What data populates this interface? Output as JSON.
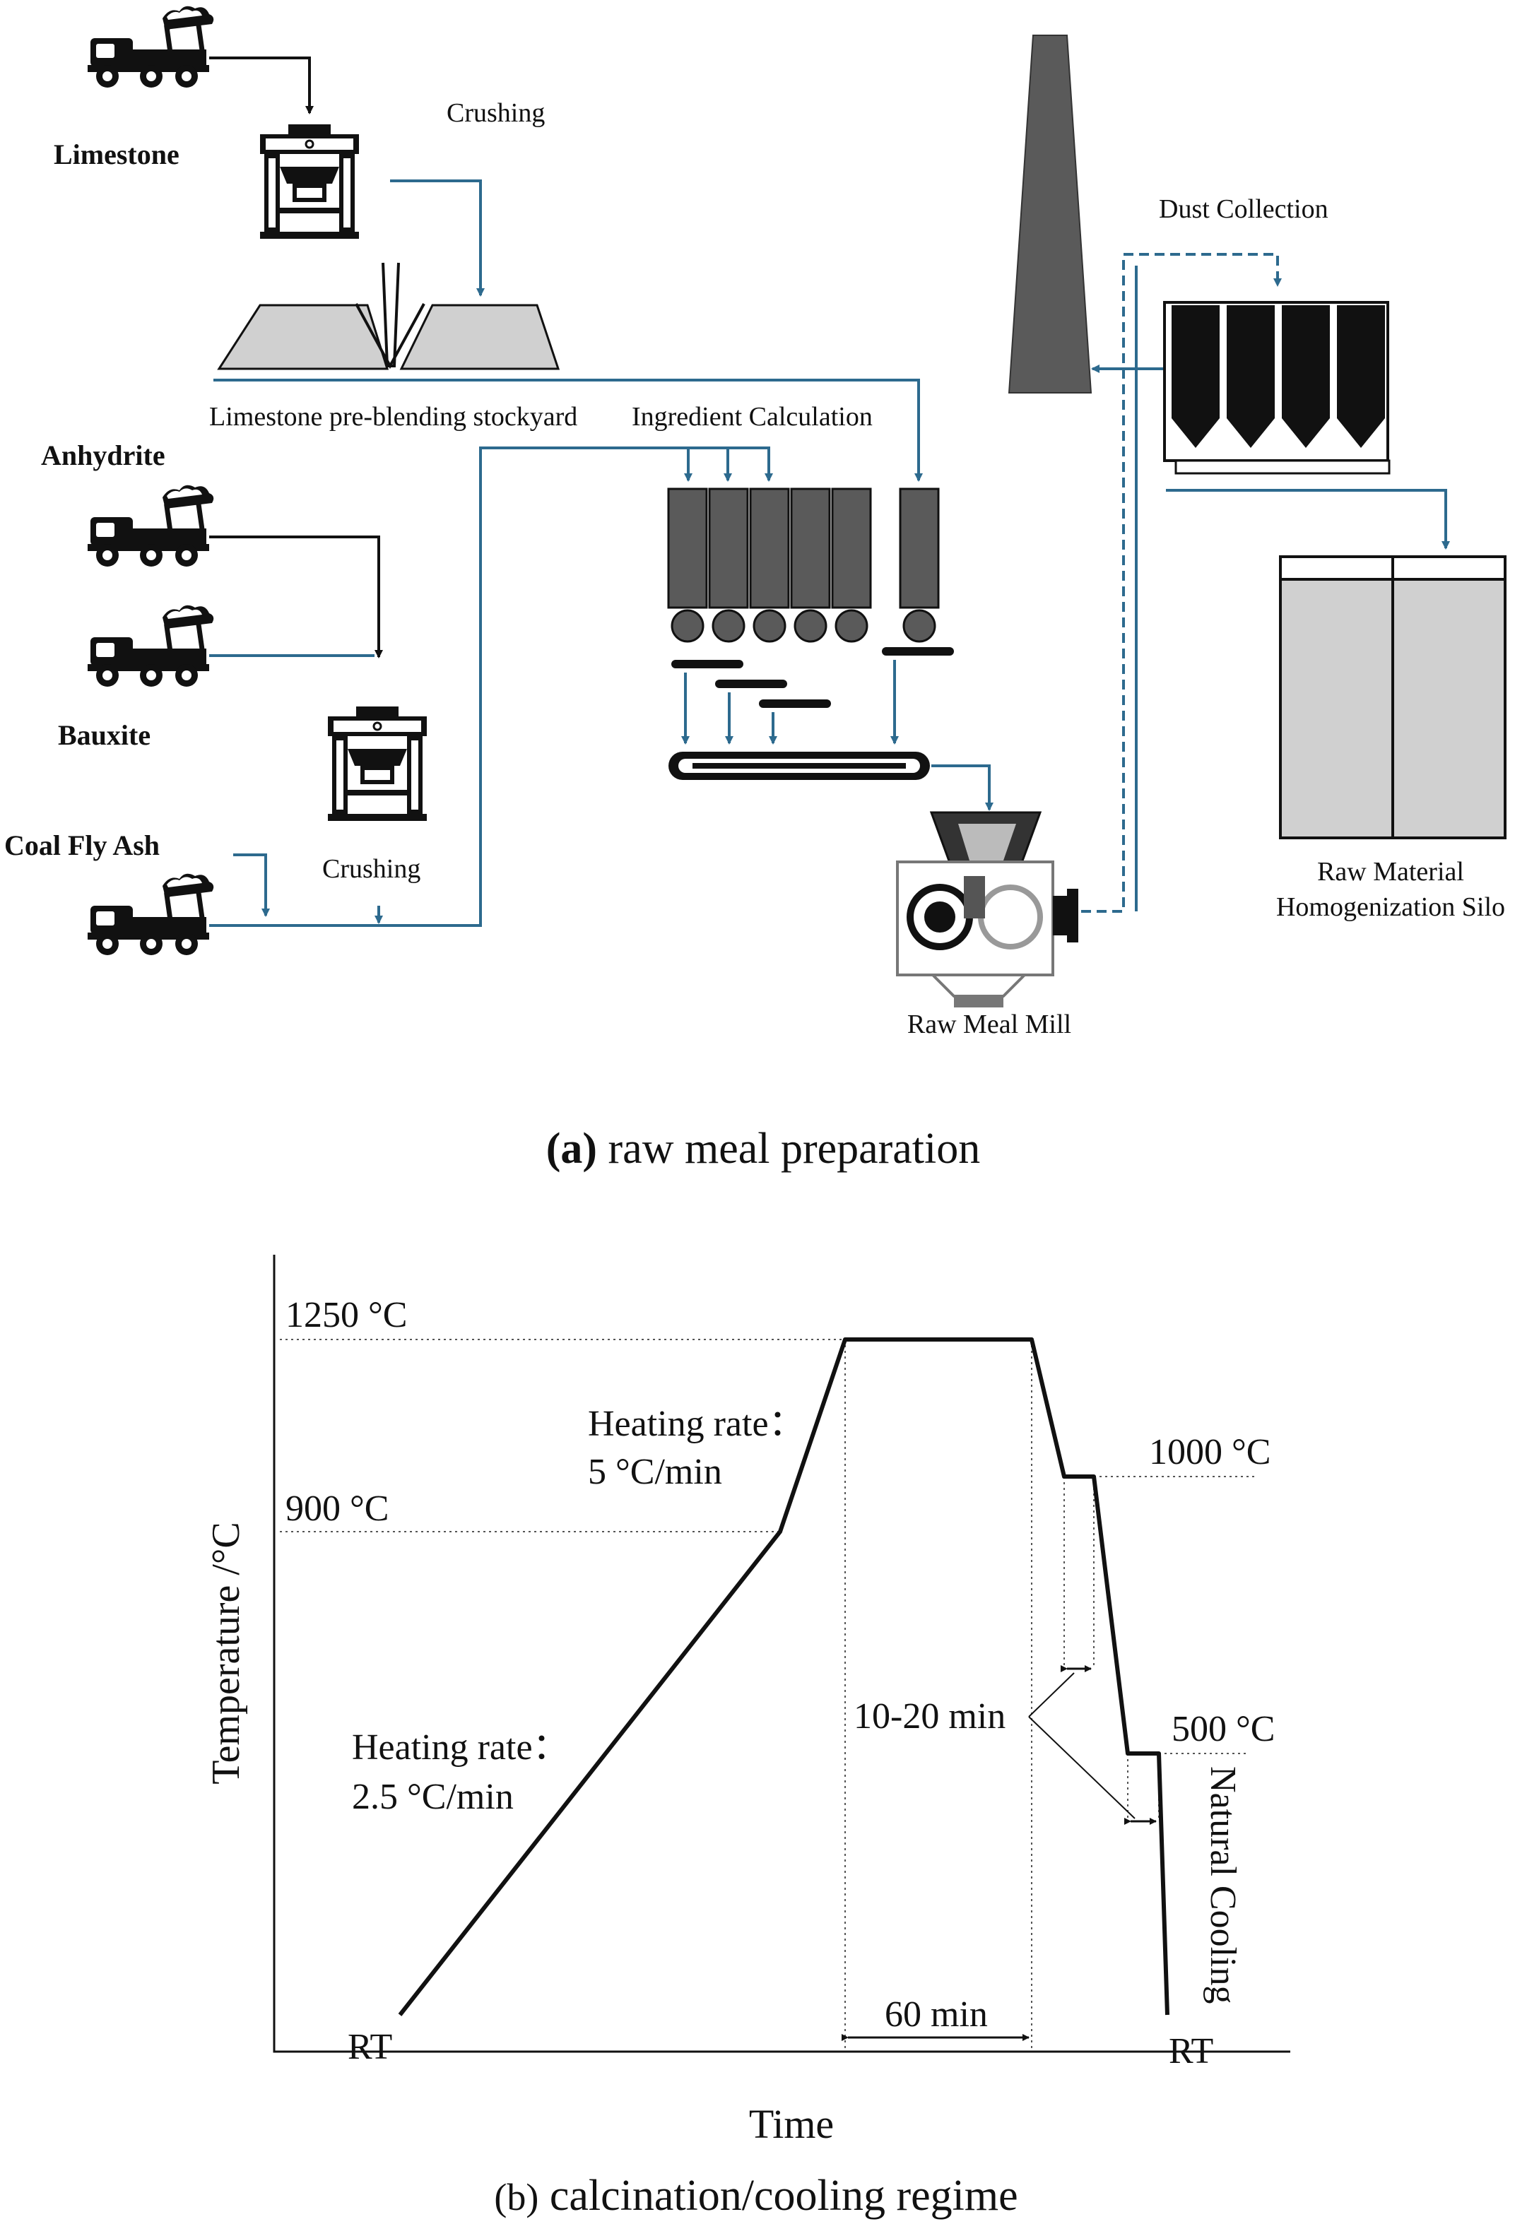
{
  "panel_a": {
    "caption_prefix": "(a)",
    "caption_text": " raw meal preparation",
    "labels": {
      "limestone": "Limestone",
      "crushing_top": "Crushing",
      "stockyard": "Limestone pre-blending stockyard",
      "ingredient_calc": "Ingredient Calculation",
      "anhydrite": "Anhydrite",
      "bauxite": "Bauxite",
      "coal_fly_ash": "Coal Fly Ash",
      "crushing_bottom": "Crushing",
      "dust_collection": "Dust Collection",
      "silo_line1": "Raw Material",
      "silo_line2": "Homogenization Silo",
      "raw_meal_mill": "Raw Meal Mill"
    },
    "colors": {
      "flow_line": "#2d6a8e",
      "dark_gray": "#5a5a5a",
      "light_gray": "#d0d0d0"
    },
    "icons": {
      "truck": "dump-truck-icon",
      "crusher": "crusher-icon",
      "chimney": "chimney-icon",
      "dust_collector": "bag-filter-icon",
      "mill": "mill-icon",
      "silo": "silo-icon"
    }
  },
  "panel_b": {
    "caption_prefix": "(b)",
    "caption_text": " calcination/cooling regime",
    "ylabel": "Temperature /°C",
    "xlabel": "Time",
    "labels": {
      "t1250": "1250 °C",
      "t900": "900 °C",
      "t1000": "1000 °C",
      "t500": "500 °C",
      "rt_start": "RT",
      "rt_end": "RT",
      "hr1_line1": "Heating rate：",
      "hr1_line2": "2.5 °C/min",
      "hr2_line1": "Heating rate：",
      "hr2_line2": "5 °C/min",
      "hold_short": "10-20 min",
      "hold_long": "60 min",
      "natural_cooling": "Natural Cooling"
    }
  },
  "chart_data": {
    "type": "line",
    "xlabel": "Time",
    "ylabel": "Temperature /°C",
    "series": [
      {
        "points": [
          {
            "t": 0,
            "temp": "RT"
          },
          {
            "t": 1,
            "temp": 900
          },
          {
            "t": 2,
            "temp": 1250
          },
          {
            "t": 3,
            "temp": 1250
          },
          {
            "t": 4,
            "temp": 1000
          },
          {
            "t": 5,
            "temp": 1000
          },
          {
            "t": 6,
            "temp": 500
          },
          {
            "t": 7,
            "temp": 500
          },
          {
            "t": 8,
            "temp": "RT"
          }
        ]
      }
    ],
    "segments": [
      {
        "from": "RT",
        "to": 900,
        "label": "Heating rate：2.5 °C/min"
      },
      {
        "from": 900,
        "to": 1250,
        "label": "Heating rate：5 °C/min"
      },
      {
        "hold": 1250,
        "label": "60 min"
      },
      {
        "hold": 1000,
        "label": "10-20 min"
      },
      {
        "hold": 500,
        "label": "10-20 min"
      },
      {
        "from": 500,
        "to": "RT",
        "label": "Natural Cooling"
      }
    ]
  }
}
